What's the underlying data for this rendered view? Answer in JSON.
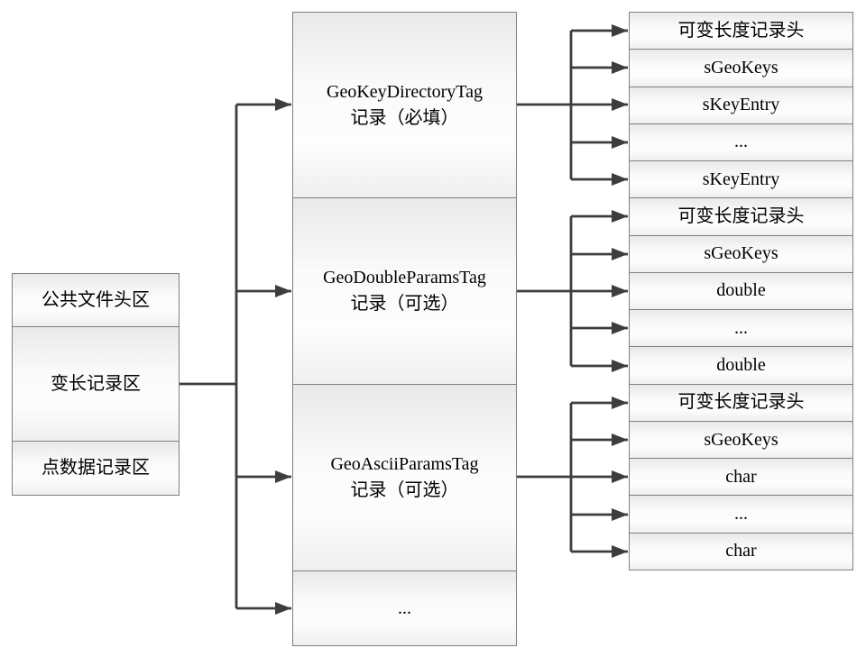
{
  "diagram": {
    "left_box": {
      "cells": [
        {
          "label": "公共文件头区"
        },
        {
          "label": "变长记录区"
        },
        {
          "label": "点数据记录区"
        }
      ]
    },
    "middle_box": {
      "cells": [
        {
          "line1": "GeoKeyDirectoryTag",
          "line2": "记录（必填）"
        },
        {
          "line1": "GeoDoubleParamsTag",
          "line2": "记录（可选）"
        },
        {
          "line1": "GeoAsciiParamsTag",
          "line2": "记录（可选）"
        },
        {
          "line1": "..."
        }
      ]
    },
    "right_groups": [
      {
        "cells": [
          "可变长度记录头",
          "sGeoKeys",
          "sKeyEntry",
          "...",
          "sKeyEntry"
        ]
      },
      {
        "cells": [
          "可变长度记录头",
          "sGeoKeys",
          "double",
          "...",
          "double"
        ]
      },
      {
        "cells": [
          "可变长度记录头",
          "sGeoKeys",
          "char",
          "...",
          "char"
        ]
      }
    ],
    "colors": {
      "box_border": "#808080",
      "arrow": "#3d3d3d",
      "cell_fill_top": "#e9e9e9",
      "cell_fill_bottom": "#efefef",
      "text": "#000000"
    }
  }
}
